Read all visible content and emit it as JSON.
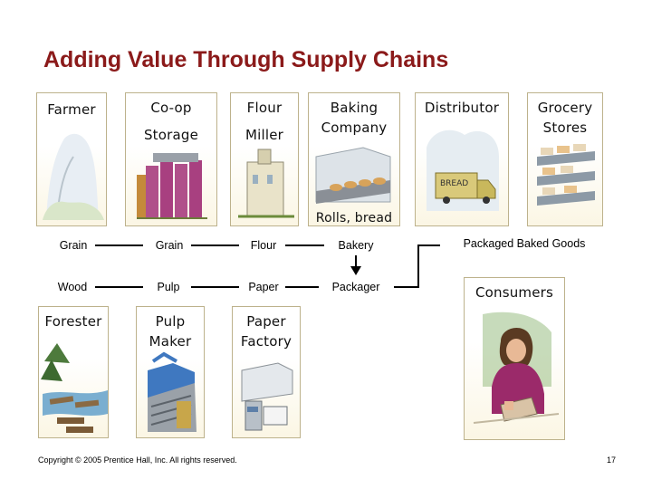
{
  "title": "Adding Value Through Supply Chains",
  "cards": {
    "farmer": "Farmer",
    "coop_line1": "Co-op",
    "coop_line2": "Storage",
    "miller_line1": "Flour",
    "miller_line2": "Miller",
    "baking_line1": "Baking",
    "baking_line2": "Company",
    "baking_caption": "Rolls, bread",
    "distributor": "Distributor",
    "truck_text": "BREAD",
    "grocery_line1": "Grocery",
    "grocery_line2": "Stores",
    "forester": "Forester",
    "pulp_line1": "Pulp",
    "pulp_line2": "Maker",
    "paper_line1": "Paper",
    "paper_line2": "Factory",
    "consumers": "Consumers"
  },
  "flow_top": [
    "Grain",
    "Grain",
    "Flour",
    "Bakery"
  ],
  "flow_top_end": "Packaged Baked Goods",
  "flow_bottom": [
    "Wood",
    "Pulp",
    "Paper",
    "Packager"
  ],
  "footer": {
    "copyright": "Copyright © 2005 Prentice Hall, Inc. All rights reserved.",
    "page": "17"
  },
  "colors": {
    "title": "#8B1A1A",
    "card_border": "#bdb28c",
    "silo": "#b0508a",
    "consumer_shirt": "#9b2a6a"
  }
}
